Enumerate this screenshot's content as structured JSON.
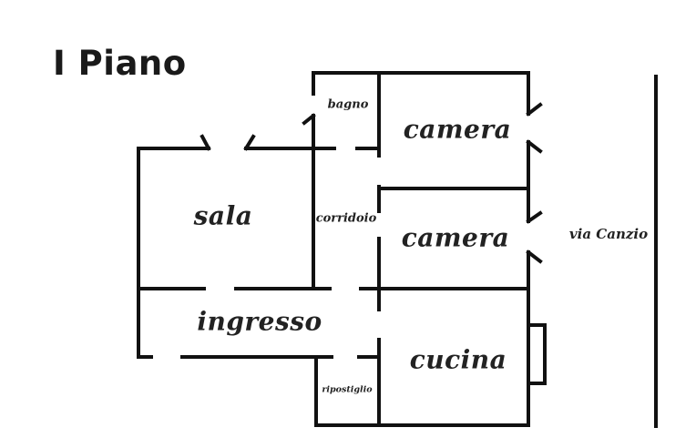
{
  "title": "I Piano",
  "rooms": {
    "sala": "sala",
    "bagno": "bagno",
    "corridoio": "corridoio",
    "camera_top": "camera",
    "camera_middle": "camera",
    "ingresso": "ingresso",
    "cucina": "cucina",
    "ripostiglio": "ripostiglio"
  },
  "street": "via Canzio",
  "colors": {
    "wall": "#111111",
    "text": "#222222",
    "background": "#ffffff"
  }
}
